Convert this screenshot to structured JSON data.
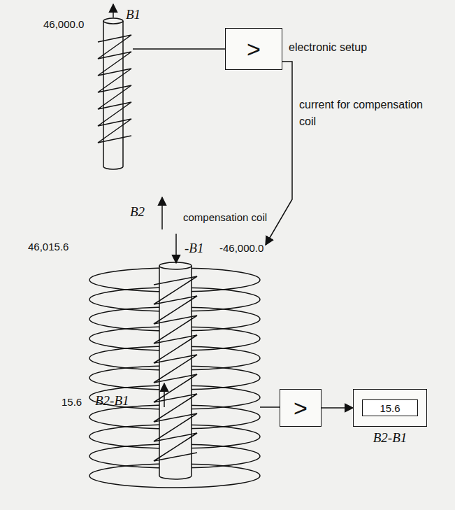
{
  "diagram": {
    "nodes": [
      {
        "text": [
          ">",
          "electronic setup"
        ]
      },
      {
        "text": [
          ">"
        ]
      },
      {
        "text": [
          "15.6",
          "B2-B1"
        ]
      }
    ],
    "edges": [
      {
        "from": 1,
        "to": 2,
        "arrow": "to"
      }
    ],
    "labels": [
      "46,000.0",
      "B1",
      "current for compensation coil",
      "compensation coil",
      "46,015.6",
      "B2",
      "-B1",
      "-46,000.0",
      "15.6",
      "B2-B1"
    ]
  }
}
